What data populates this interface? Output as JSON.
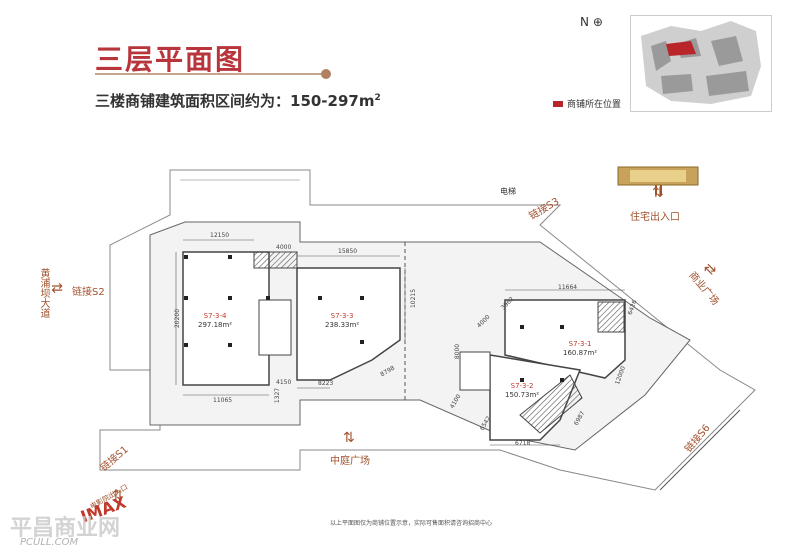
{
  "title": "三层平面图",
  "subtitle": "三楼商铺建筑面积区间约为：150-297m",
  "subtitle_sup": "2",
  "north_label": "N",
  "legend_label": "商铺所在位置",
  "colors": {
    "accent": "#b8353c",
    "label": "#a0522d",
    "wall": "#444444",
    "hatch": "#555555"
  },
  "labels": {
    "elevator": "电梯",
    "link_s3": "链接S3",
    "residential_entry": "住宅出入口",
    "commercial_plaza": "商业广场",
    "huangxiba_road": "黄浦坝大道",
    "link_s2": "链接S2",
    "link_s1": "链接S1",
    "courtyard_plaza": "中庭广场",
    "link_s6": "链接S6",
    "cinema_entry": "电影院出入口",
    "imax": "IMAX"
  },
  "units": [
    {
      "code": "S7-3-4",
      "area": "297.18m²"
    },
    {
      "code": "S7-3-3",
      "area": "238.33m²"
    },
    {
      "code": "S7-3-1",
      "area": "160.87m²"
    },
    {
      "code": "S7-3-2",
      "area": "150.73m²"
    }
  ],
  "dimensions": {
    "d12150": "12150",
    "d4000a": "4000",
    "d15850": "15850",
    "d20200": "20200",
    "d10215": "10215",
    "d4150": "4150",
    "d8223": "8223",
    "d11065": "11065",
    "d1327": "1327",
    "d8798": "8798",
    "d11664": "11664",
    "d3962": "3962",
    "d4000b": "4000",
    "d6426": "6426",
    "d8000": "8000",
    "d12000": "12000",
    "d4100": "4100",
    "d6542": "6542",
    "d6718": "6718",
    "d6987": "6987"
  },
  "note": "以上平面图仅为商铺位置示意，实际可售面积请咨询招商中心",
  "watermark": "平昌商业网",
  "watermark_url": "PCULL.COM"
}
